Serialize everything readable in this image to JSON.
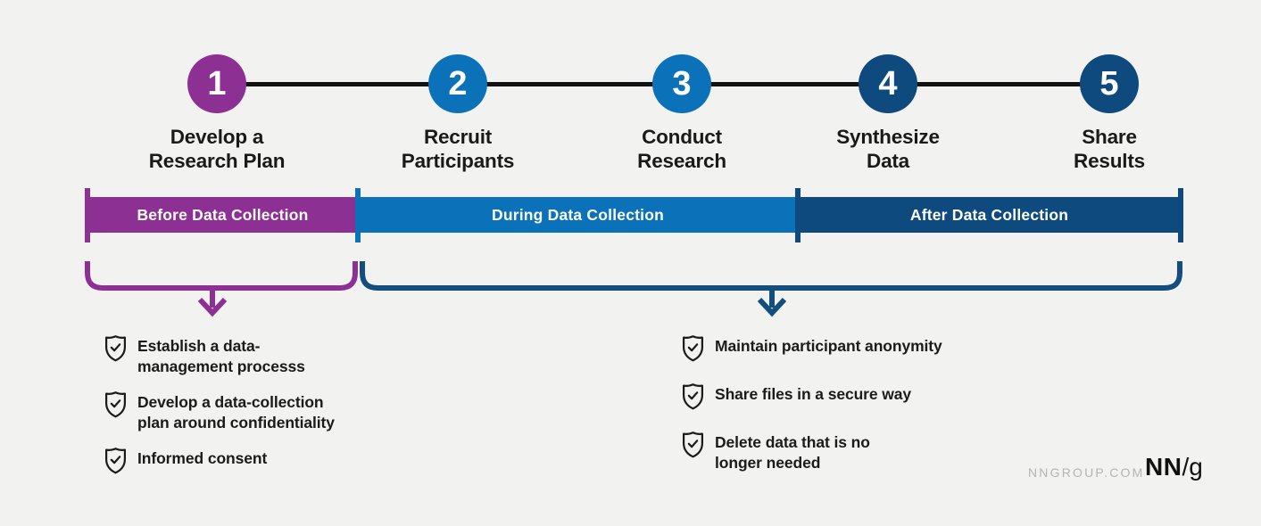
{
  "steps": [
    {
      "number": "1",
      "label": "Develop a\nResearch Plan",
      "color": "#8d3093"
    },
    {
      "number": "2",
      "label": "Recruit\nParticipants",
      "color": "#0b72b9"
    },
    {
      "number": "3",
      "label": "Conduct\nResearch",
      "color": "#0b72b9"
    },
    {
      "number": "4",
      "label": "Synthesize\nData",
      "color": "#0e4a7d"
    },
    {
      "number": "5",
      "label": "Share\nResults",
      "color": "#0e4a7d"
    }
  ],
  "phases": [
    {
      "label": "Before Data Collection",
      "color": "#8d3093"
    },
    {
      "label": "During Data Collection",
      "color": "#0b72b9"
    },
    {
      "label": "After Data Collection",
      "color": "#0e4a7d"
    }
  ],
  "checklists": {
    "before": {
      "items": [
        "Establish a data-\nmanagement processs",
        "Develop a data-collection\nplan around confidentiality",
        "Informed consent"
      ]
    },
    "during_after": {
      "items": [
        "Maintain participant anonymity",
        "Share files in a secure way",
        "Delete data that is no\nlonger needed"
      ]
    }
  },
  "footer": {
    "website": "NNGROUP.COM",
    "logo_bold": "NN",
    "logo_suffix": "/g"
  },
  "colors": {
    "background": "#f2f2f1",
    "purple": "#8d3093",
    "blue": "#0b72b9",
    "navy": "#0e4a7d",
    "bracket_navy": "#134e7e",
    "timeline_black": "#121212",
    "text": "#1a1a1a",
    "url_gray": "#b4b4b4"
  }
}
